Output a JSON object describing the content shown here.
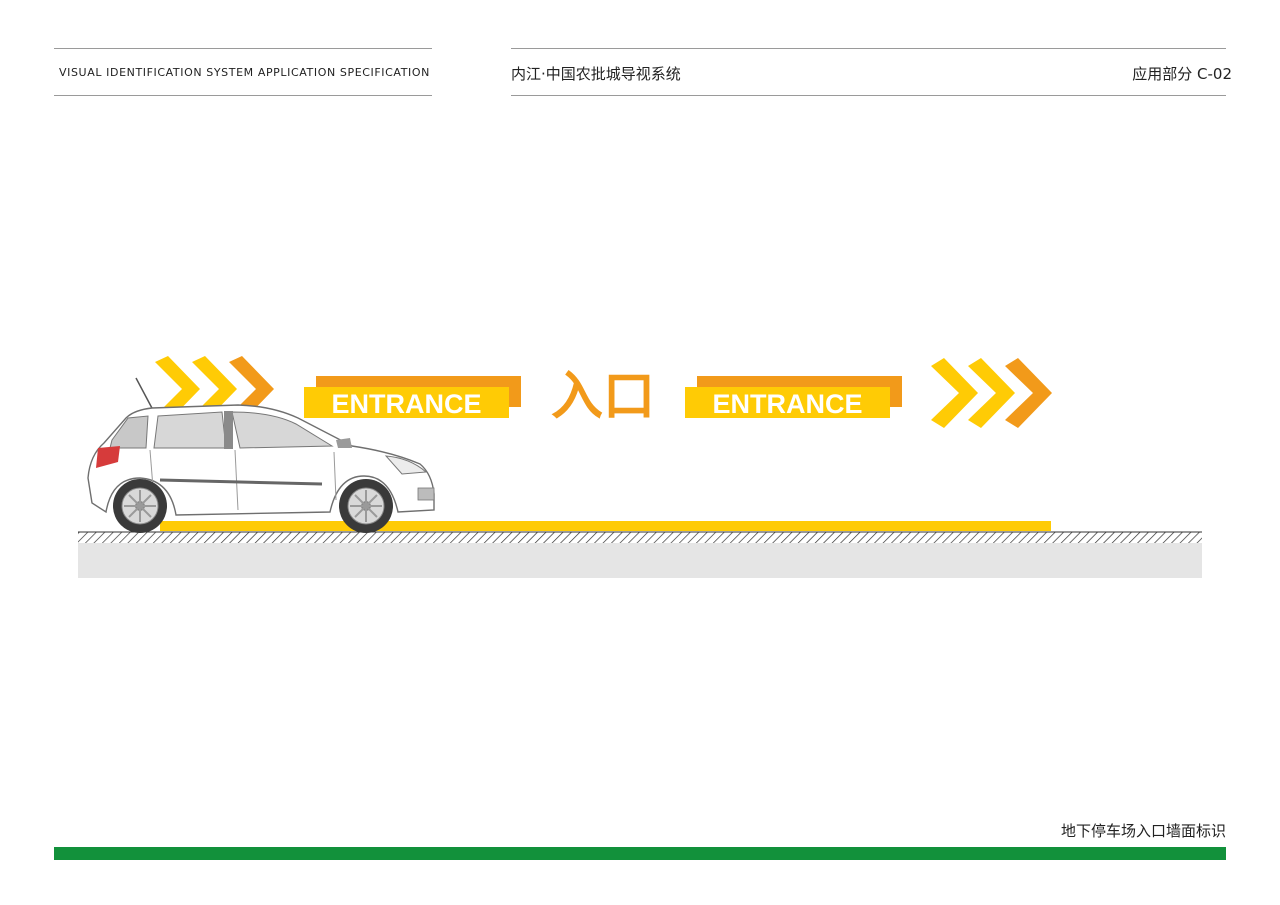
{
  "header": {
    "left_label": "VISUAL IDENTIFICATION SYSTEM APPLICATION SPECIFICATION",
    "title": "内江·中国农批城导视系统",
    "section": "应用部分 C-02"
  },
  "sign": {
    "entrance_left": "ENTRANCE",
    "entrance_right": "ENTRANCE",
    "main_label": "入口"
  },
  "caption": "地下停车场入口墙面标识",
  "colors": {
    "yellow": "#FFCB05",
    "orange": "#F29A1A",
    "green": "#12913B",
    "ground": "#E5E5E5",
    "rule": "#9A9A9A"
  },
  "icons": {
    "chevrons_left": "chevron-right-icon",
    "chevrons_right": "chevron-right-icon",
    "vehicle": "car-icon"
  }
}
